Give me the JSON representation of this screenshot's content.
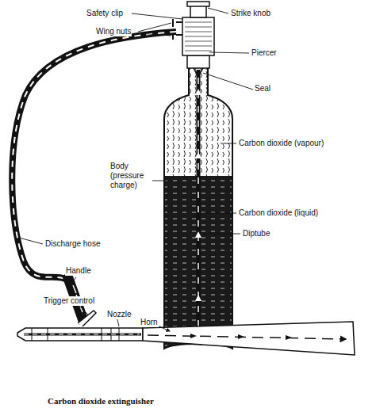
{
  "diagram": {
    "caption": "Carbon dioxide extinguisher",
    "labels": [
      "Safety clip",
      "Strike knob",
      "Wing nuts",
      "Piercer",
      "Seal",
      "Carbon dioxide (vapour)",
      "Body (pressure charge)",
      "Carbon dioxide (liquid)",
      "Diptube",
      "Discharge hose",
      "Handle",
      "Trigger control",
      "Nozzle",
      "Horn"
    ]
  }
}
